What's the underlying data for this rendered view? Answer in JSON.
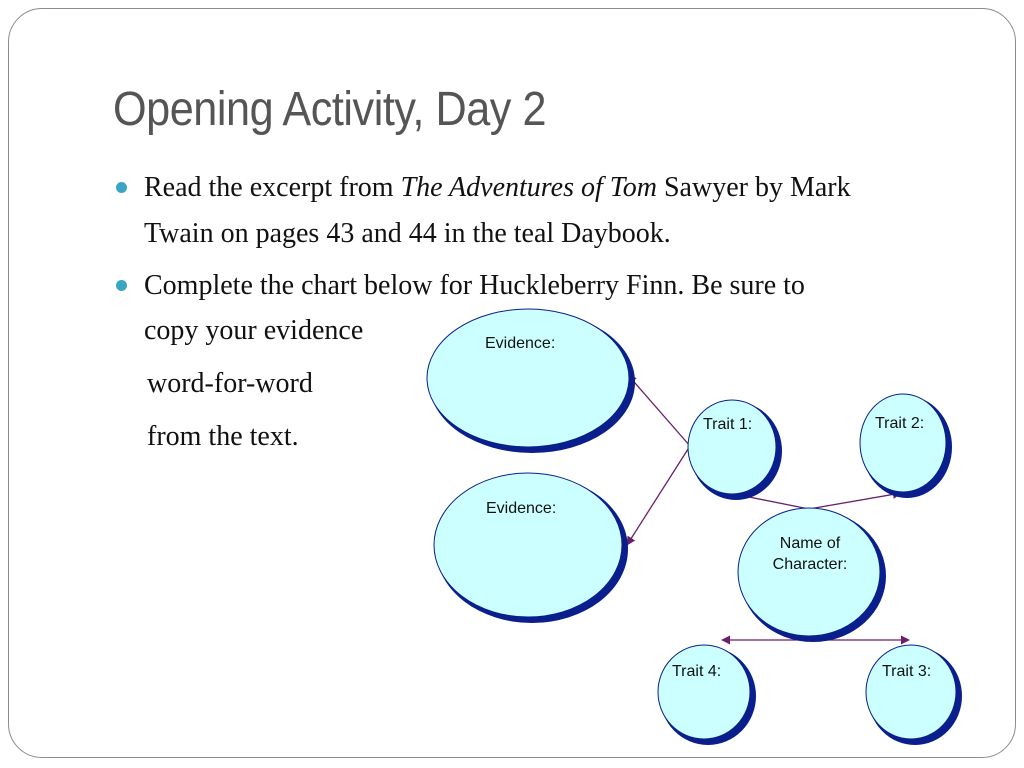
{
  "slide": {
    "title": "Opening Activity, Day 2",
    "bullets": [
      {
        "line1_before": "Read the excerpt from ",
        "line1_italic": "The Adventures of Tom",
        "line1_after": " Sawyer by Mark",
        "line2": "Twain on pages 43 and 44 in the teal Daybook."
      },
      {
        "line1": "Complete the chart below for Huckleberry Finn.  Be sure to",
        "line2": "copy your evidence",
        "line3": "word-for-word",
        "line4": "from the text."
      }
    ]
  },
  "diagram": {
    "evidence_top": "Evidence:",
    "evidence_bottom": "Evidence:",
    "trait1": "Trait 1:",
    "trait2": "Trait 2:",
    "trait3": "Trait 3:",
    "trait4": "Trait 4:",
    "center_line1": "Name of",
    "center_line2": "Character:"
  },
  "colors": {
    "bubble_fill": "#ccffff",
    "bubble_stroke": "#0a1e8c",
    "arrow": "#6b1f6b",
    "bullet": "#3aa5c4",
    "title": "#555555"
  }
}
